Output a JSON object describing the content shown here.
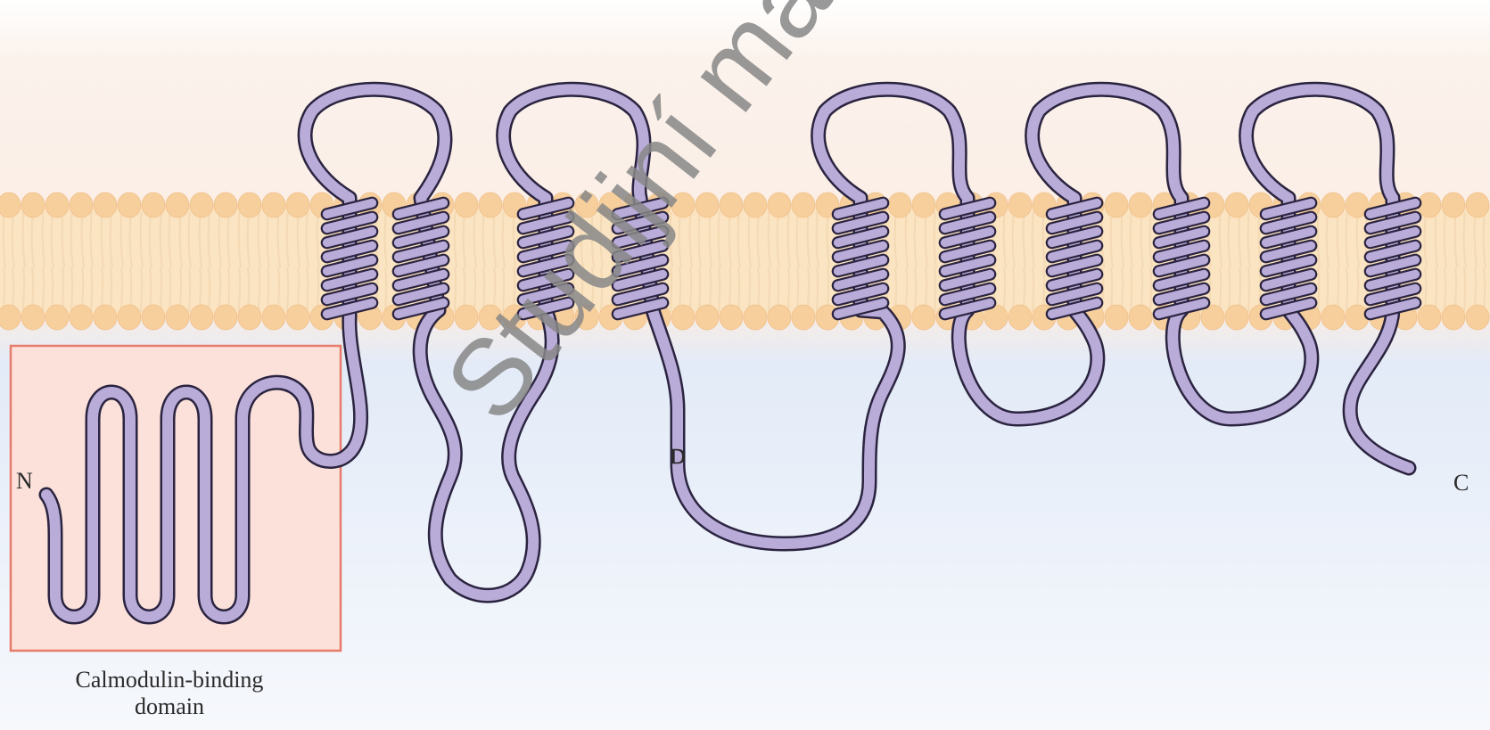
{
  "labels": {
    "n_terminus": "N",
    "c_terminus": "C",
    "residue": "D",
    "domain_line1": "Calmodulin-binding",
    "domain_line2": "domain"
  },
  "watermark": "Studijní mate",
  "colors": {
    "extracellular_bg": "#fbf1ea",
    "cytoplasm_bg": "#e6edf8",
    "lipid_head": "#f7cf9c",
    "lipid_tail": "#fbe6c6",
    "protein_fill": "#b9acd8",
    "protein_outline": "#2b2440",
    "domain_box_fill": "#fbe1da",
    "domain_box_stroke": "#e77b6a",
    "watermark": "#888888"
  },
  "helix_count": 10
}
